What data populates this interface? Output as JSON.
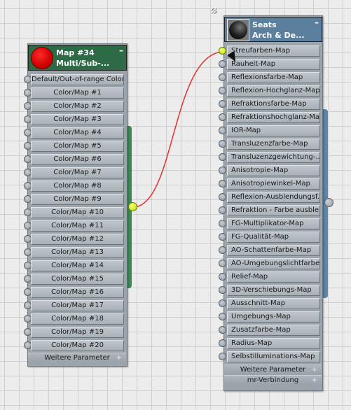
{
  "node_left": {
    "title_line1": "Map #34",
    "title_line2": "Multi/Sub-...",
    "minimize": "–",
    "slots": [
      "Default/Out-of-range Color",
      "Color/Map #1",
      "Color/Map #2",
      "Color/Map #3",
      "Color/Map #4",
      "Color/Map #5",
      "Color/Map #6",
      "Color/Map #7",
      "Color/Map #8",
      "Color/Map #9",
      "Color/Map #10",
      "Color/Map #11",
      "Color/Map #12",
      "Color/Map #13",
      "Color/Map #14",
      "Color/Map #15",
      "Color/Map #16",
      "Color/Map #17",
      "Color/Map #18",
      "Color/Map #19",
      "Color/Map #20"
    ],
    "footer": "Weitere Parameter",
    "footer_plus": "+"
  },
  "node_right": {
    "title_line1": "Seats",
    "title_line2": "Arch & De...",
    "minimize": "–",
    "slots": [
      "Streufarben-Map",
      "Rauheit-Map",
      "Reflexionsfarbe-Map",
      "Reflexion-Hochglanz-Map",
      "Refraktionsfarbe-Map",
      "Refraktionshochglanz-Map",
      "IOR-Map",
      "Transluzenzfarbe-Map",
      "Transluzenzgewichtung-...",
      "Anisotropie-Map",
      "Anisotropiewinkel-Map",
      "Reflexion-Ausblendungsf...",
      "Refraktion - Farbe ausble...",
      "FG-Multiplikator-Map",
      "FG-Qualität-Map",
      "AO-Schattenfarbe-Map",
      "AO-Umgebungslichtfarbe...",
      "Relief-Map",
      "3D-Verschiebungs-Map",
      "Ausschnitt-Map",
      "Umgebungs-Map",
      "Zusatzfarbe-Map",
      "Radius-Map",
      "Selbstilluminations-Map"
    ],
    "footer1": "Weitere Parameter",
    "footer2": "mr-Verbindung",
    "footer_plus": "+"
  },
  "colors": {
    "left_header": "#2d6b46",
    "right_header": "#5b7f9c",
    "wire": "#e53030",
    "active_port": "#c8f000"
  }
}
